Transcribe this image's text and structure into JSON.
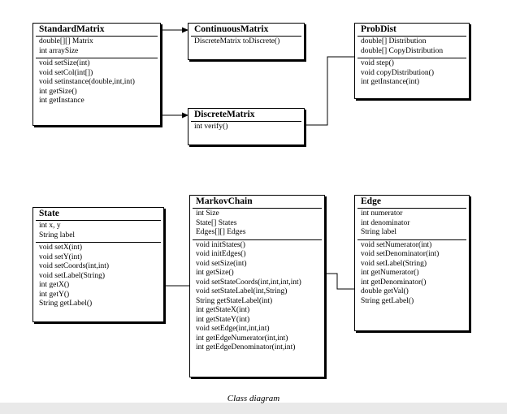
{
  "diagram": {
    "caption": "Class diagram",
    "classes": [
      {
        "id": "standard-matrix",
        "name": "StandardMatrix",
        "attributes": [
          "double[][] Matrix",
          "int arraySize"
        ],
        "methods": [
          "void setSize(int)",
          "void setCol(int[])",
          "void setinstance(double,int,int)",
          "int getSize()",
          "int getInstance"
        ]
      },
      {
        "id": "continuous-matrix",
        "name": "ContinuousMatrix",
        "attributes": [],
        "methods": [
          "DiscreteMatrix toDiscrete()"
        ]
      },
      {
        "id": "prob-dist",
        "name": "ProbDist",
        "attributes": [
          "double[] Distribution",
          "double[] CopyDistribution"
        ],
        "methods": [
          "void step()",
          "void copyDistribution()",
          "int getInstance(int)"
        ]
      },
      {
        "id": "discrete-matrix",
        "name": "DiscreteMatrix",
        "attributes": [],
        "methods": [
          "int verify()"
        ]
      },
      {
        "id": "state",
        "name": "State",
        "attributes": [
          "int x, y",
          "String label"
        ],
        "methods": [
          "void setX(int)",
          "void setY(int)",
          "void setCoords(int,int)",
          "void setLabel(String)",
          "int getX()",
          "int getY()",
          "String getLabel()"
        ]
      },
      {
        "id": "markov-chain",
        "name": "MarkovChain",
        "attributes": [
          "int Size",
          "State[] States",
          "Edges[][] Edges"
        ],
        "methods": [
          "void initStates()",
          "void initEdges()",
          "void setSize(int)",
          "int getSize()",
          "void setStateCoords(int,int,int,int)",
          "void setStateLabel(int,String)",
          "String getStateLabel(int)",
          "int getStateX(int)",
          "int getStateY(int)",
          "void setEdge(int,int,int)",
          "int getEdgeNumerator(int,int)",
          "int getEdgeDenominator(int,int)"
        ]
      },
      {
        "id": "edge",
        "name": "Edge",
        "attributes": [
          "int numerator",
          "int denominator",
          "String label"
        ],
        "methods": [
          "void setNumerator(int)",
          "void setDenominator(int)",
          "void setLabel(String)",
          "int getNumerator()",
          "int getDenominator()",
          "double getVal()",
          "String getLabel()"
        ]
      }
    ],
    "relationships": [
      {
        "from": "standard-matrix",
        "to": "continuous-matrix",
        "arrow": true
      },
      {
        "from": "standard-matrix",
        "to": "discrete-matrix",
        "arrow": true
      },
      {
        "from": "discrete-matrix",
        "to": "prob-dist",
        "arrow": false
      },
      {
        "from": "state",
        "to": "markov-chain",
        "arrow": false
      },
      {
        "from": "markov-chain",
        "to": "edge",
        "arrow": false
      }
    ]
  }
}
